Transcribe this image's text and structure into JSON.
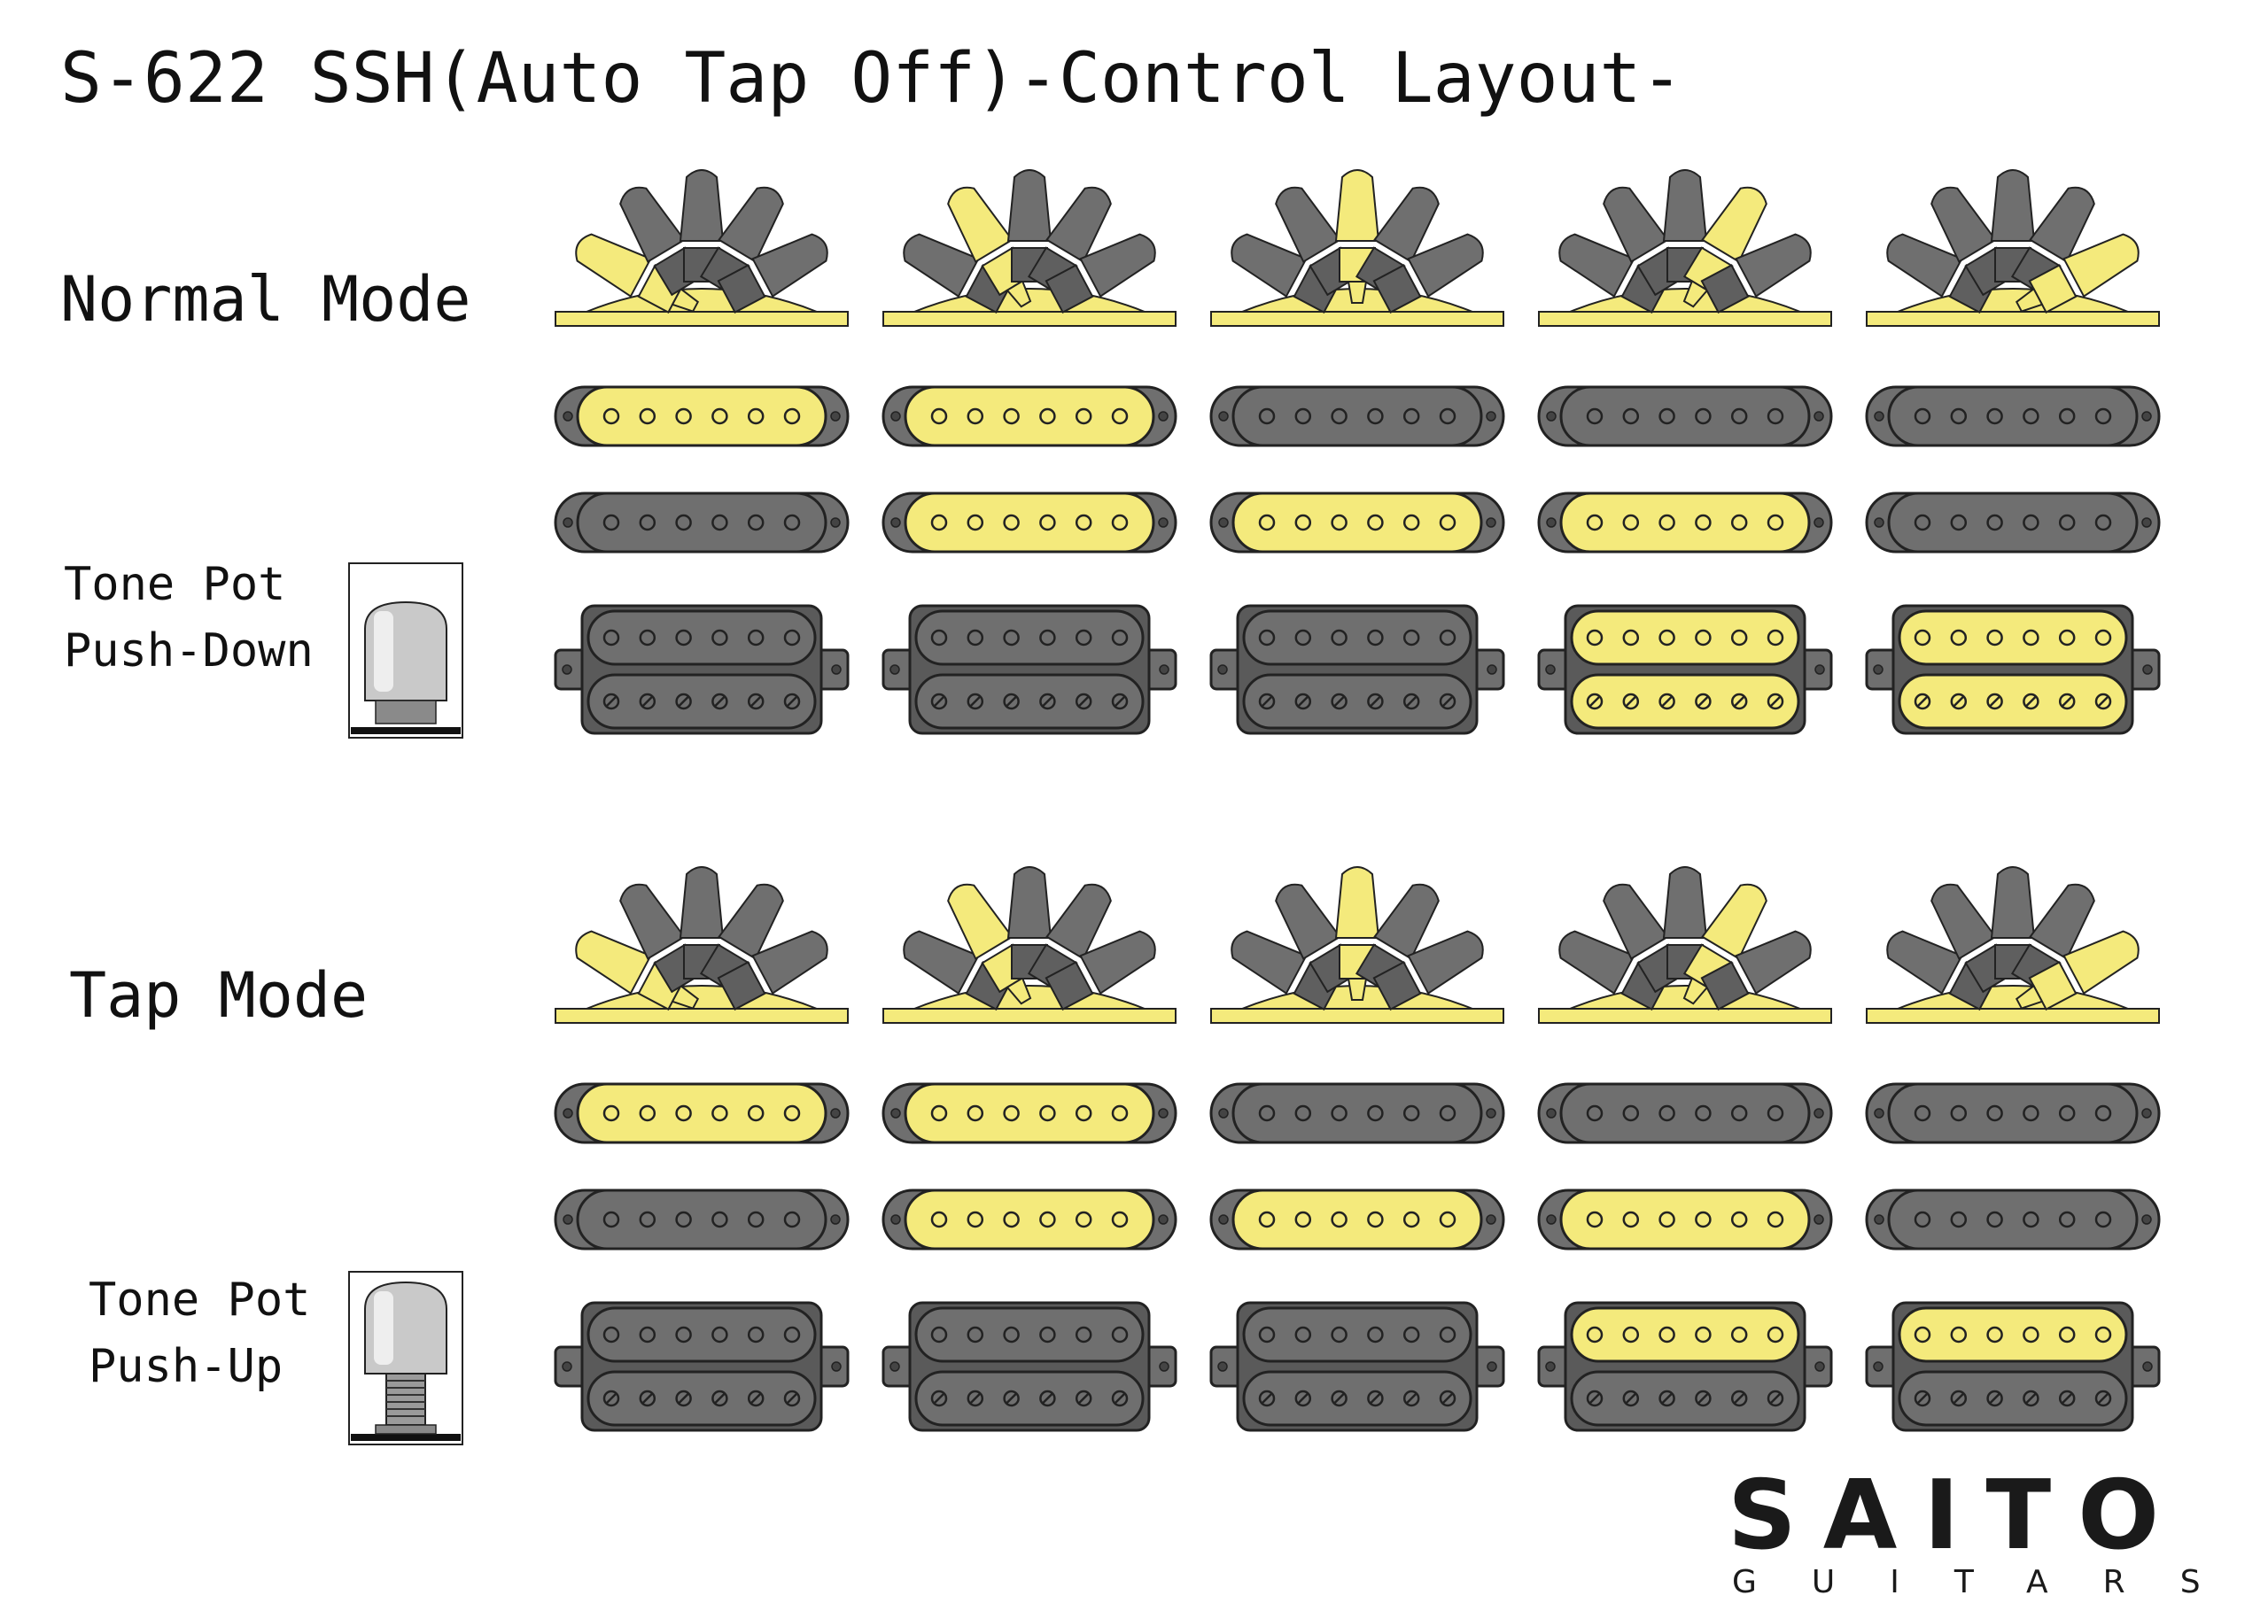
{
  "title": "S-622 SSH(Auto Tap Off)-Control Layout-",
  "colors": {
    "active": "#f4ea7c",
    "inactive": "#6f6f6f",
    "outline": "#222222",
    "base": "#5a5a5a"
  },
  "brand": {
    "name": "SAITO",
    "sub": "GUITARS"
  },
  "modes": [
    {
      "label": "Normal Mode",
      "tone_pot": {
        "line1": "Tone Pot",
        "line2": "Push-Down",
        "state": "down"
      },
      "positions": [
        {
          "lever": 1,
          "neck": true,
          "middle": false,
          "humbucker": "off"
        },
        {
          "lever": 2,
          "neck": true,
          "middle": true,
          "humbucker": "off"
        },
        {
          "lever": 3,
          "neck": false,
          "middle": true,
          "humbucker": "off"
        },
        {
          "lever": 4,
          "neck": false,
          "middle": true,
          "humbucker": "full"
        },
        {
          "lever": 5,
          "neck": false,
          "middle": false,
          "humbucker": "full"
        }
      ]
    },
    {
      "label": "Tap Mode",
      "tone_pot": {
        "line1": "Tone Pot",
        "line2": "Push-Up",
        "state": "up"
      },
      "positions": [
        {
          "lever": 1,
          "neck": true,
          "middle": false,
          "humbucker": "off"
        },
        {
          "lever": 2,
          "neck": true,
          "middle": true,
          "humbucker": "off"
        },
        {
          "lever": 3,
          "neck": false,
          "middle": true,
          "humbucker": "off"
        },
        {
          "lever": 4,
          "neck": false,
          "middle": true,
          "humbucker": "tap"
        },
        {
          "lever": 5,
          "neck": false,
          "middle": false,
          "humbucker": "tap"
        }
      ]
    }
  ]
}
